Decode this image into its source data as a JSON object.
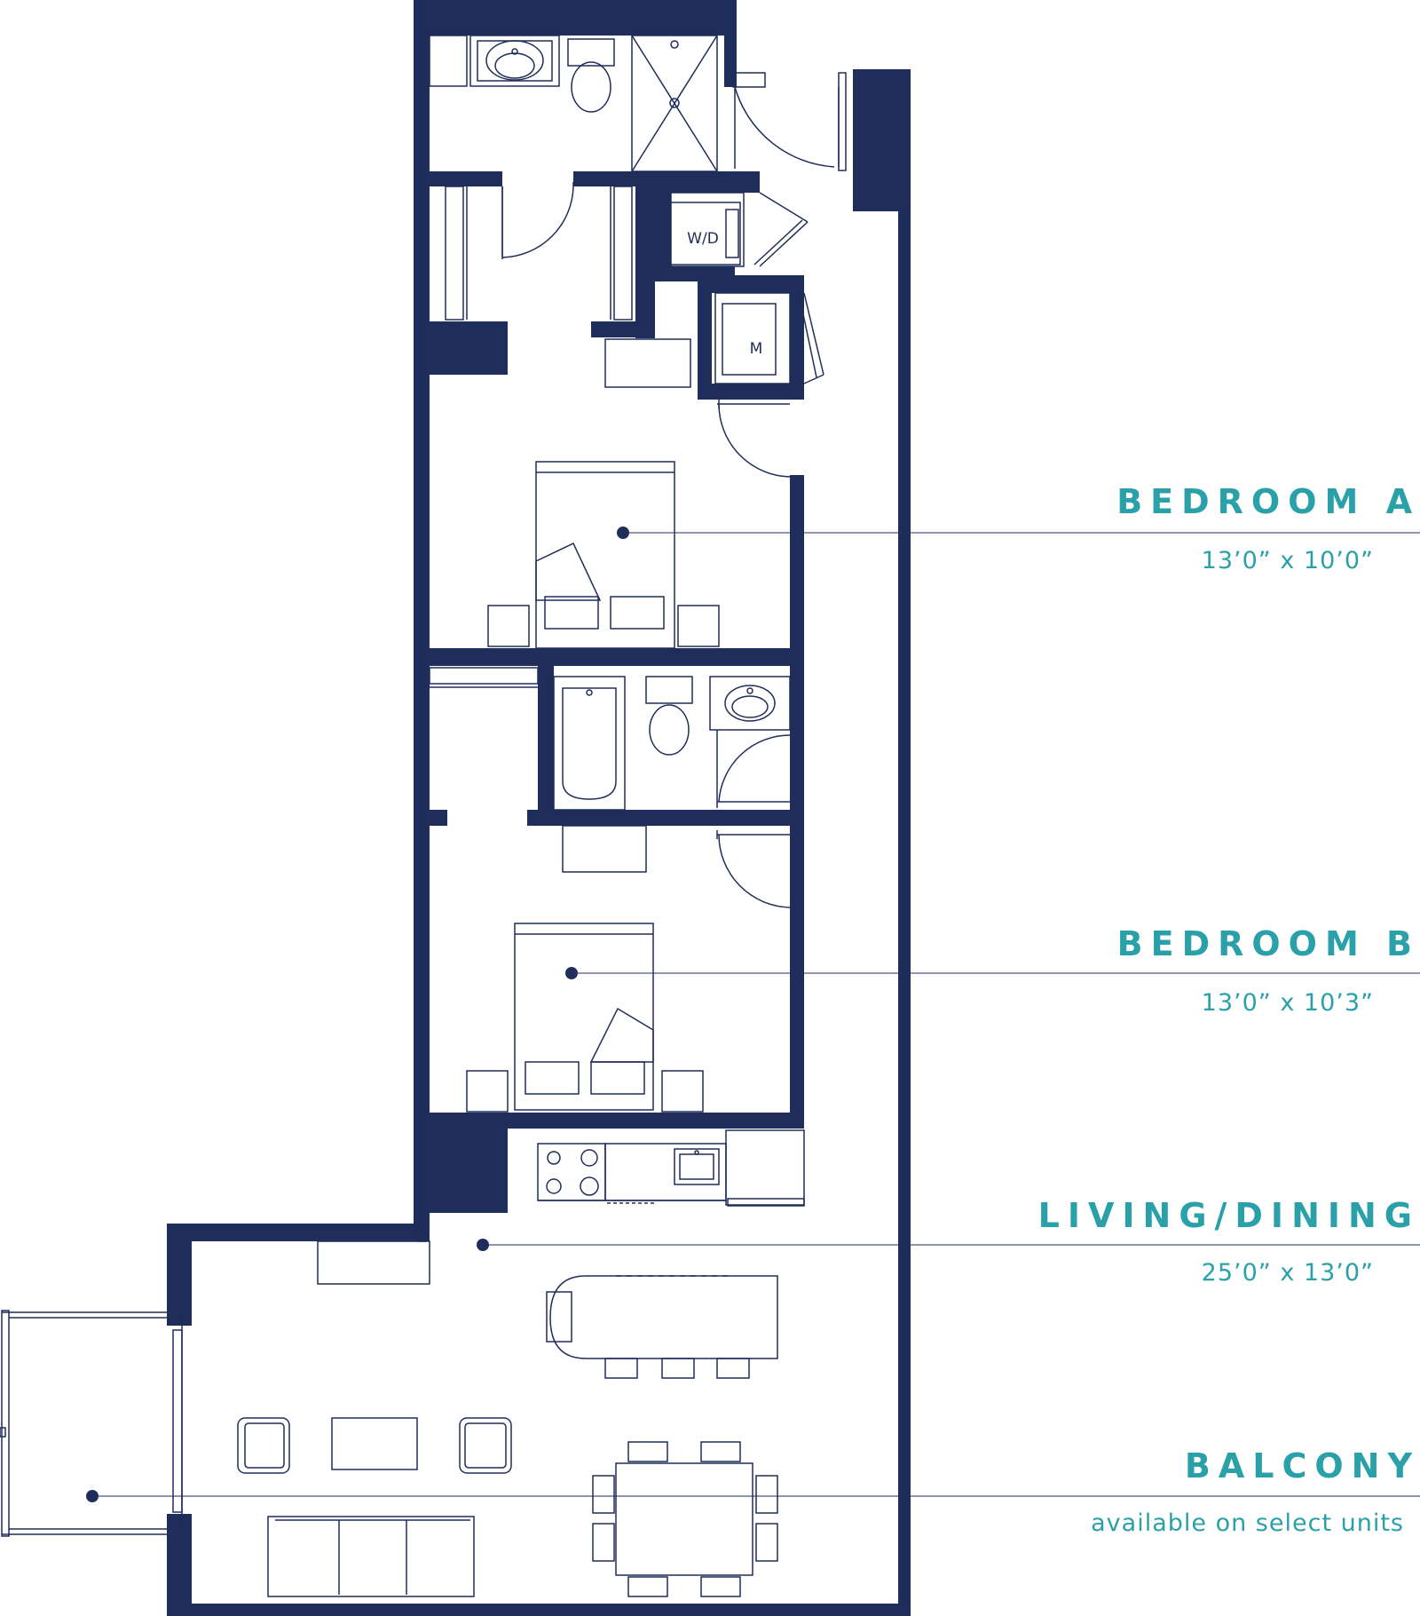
{
  "colors": {
    "wall": "#1f2d5a",
    "line": "#1f2d5a",
    "accent": "#2aa0a8",
    "background": "#ffffff"
  },
  "fixtures": {
    "washer_dryer": "W/D",
    "mechanical": "M"
  },
  "rooms": [
    {
      "id": "bedroom-a",
      "name": "BEDROOM A",
      "dimensions": "13’0” x 10’0”"
    },
    {
      "id": "bedroom-b",
      "name": "BEDROOM B",
      "dimensions": "13’0” x 10’3”"
    },
    {
      "id": "living-dining",
      "name": "LIVING/DINING",
      "dimensions": "25’0” x 13’0”"
    },
    {
      "id": "balcony",
      "name": "BALCONY",
      "dimensions": "available on select units"
    }
  ]
}
